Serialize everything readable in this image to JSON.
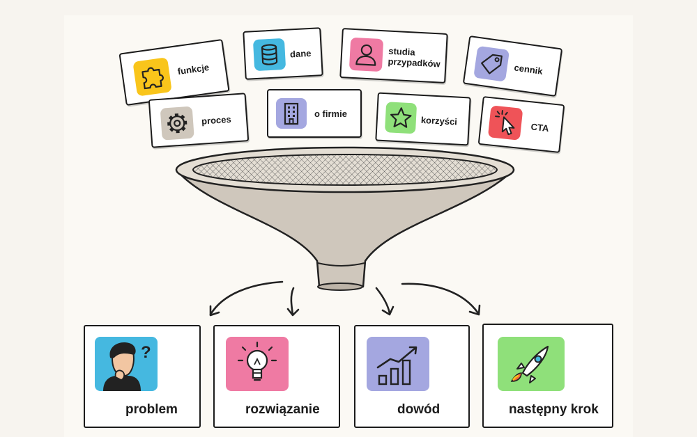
{
  "inputs": [
    {
      "label": "funkcje",
      "icon": "puzzle-icon",
      "color": "#f9c51b"
    },
    {
      "label": "dane",
      "icon": "database-icon",
      "color": "#45b8e0"
    },
    {
      "label": "studia przypadków",
      "label_lines": [
        "studia",
        "przypadków"
      ],
      "icon": "person-icon",
      "color": "#ef7aa3"
    },
    {
      "label": "cennik",
      "icon": "price-tag-icon",
      "color": "#a4a7e0"
    },
    {
      "label": "proces",
      "icon": "gear-icon",
      "color": "#cfc7bc"
    },
    {
      "label": "o firmie",
      "icon": "building-icon",
      "color": "#a4a7e0"
    },
    {
      "label": "korzyści",
      "icon": "star-icon",
      "color": "#8fe07a"
    },
    {
      "label": "CTA",
      "icon": "cursor-click-icon",
      "color": "#ef5358"
    }
  ],
  "outputs": [
    {
      "label": "problem",
      "icon": "thinking-person-icon",
      "color": "#45b8e0"
    },
    {
      "label": "rozwiązanie",
      "icon": "lightbulb-icon",
      "color": "#ef7aa3"
    },
    {
      "label": "dowód",
      "icon": "growth-chart-icon",
      "color": "#a4a7e0"
    },
    {
      "label": "następny krok",
      "icon": "rocket-icon",
      "color": "#8fe07a"
    }
  ],
  "funnel": {
    "icon": "funnel-icon",
    "mesh_icon": "mesh-filter-icon",
    "color": "#cfc7bc"
  }
}
